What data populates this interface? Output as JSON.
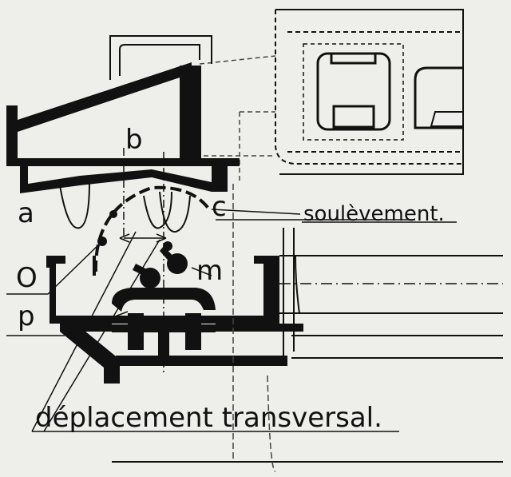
{
  "labels": {
    "b": "b",
    "a": "a",
    "c": "c",
    "o": "O",
    "m": "m",
    "p": "p",
    "soulevement": "soulèvement.",
    "deplacement": "déplacement transversal."
  },
  "colors": {
    "ink": "#111111",
    "paper": "#eeeeea",
    "dash": "#444444"
  }
}
